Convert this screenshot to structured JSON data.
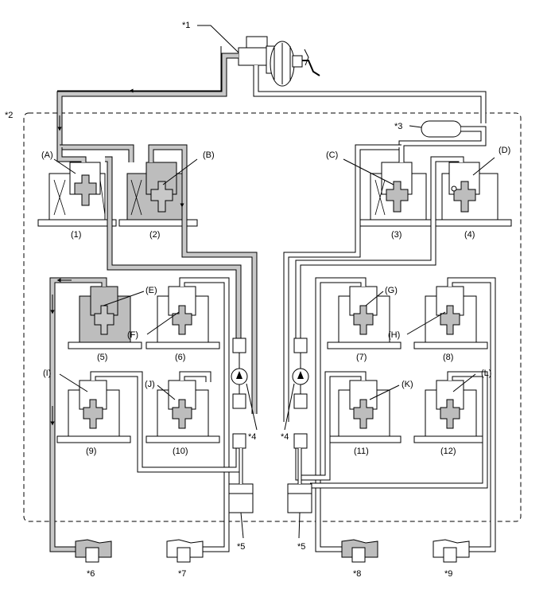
{
  "diagram": {
    "callouts": {
      "master_cylinder": "*1",
      "actuator_boundary": "*2",
      "reservoir": "*3",
      "pump_left": "*4",
      "pump_right": "*4",
      "motor_reservoir_left": "*5",
      "motor_reservoir_right": "*5",
      "wheel_cylinder_1": "*6",
      "wheel_cylinder_2": "*7",
      "wheel_cylinder_3": "*8",
      "wheel_cylinder_4": "*9"
    },
    "valve_letters": [
      "(A)",
      "(B)",
      "(C)",
      "(D)",
      "(E)",
      "(F)",
      "(G)",
      "(H)",
      "(I)",
      "(J)",
      "(K)",
      "(L)"
    ],
    "valve_numbers": [
      "(1)",
      "(2)",
      "(3)",
      "(4)",
      "(5)",
      "(6)",
      "(7)",
      "(8)",
      "(9)",
      "(10)",
      "(11)",
      "(12)"
    ],
    "colors": {
      "line": "#000000",
      "active_fluid": "#c8c8c8",
      "valve_fill": "#bdbdbd",
      "background": "#ffffff"
    }
  }
}
